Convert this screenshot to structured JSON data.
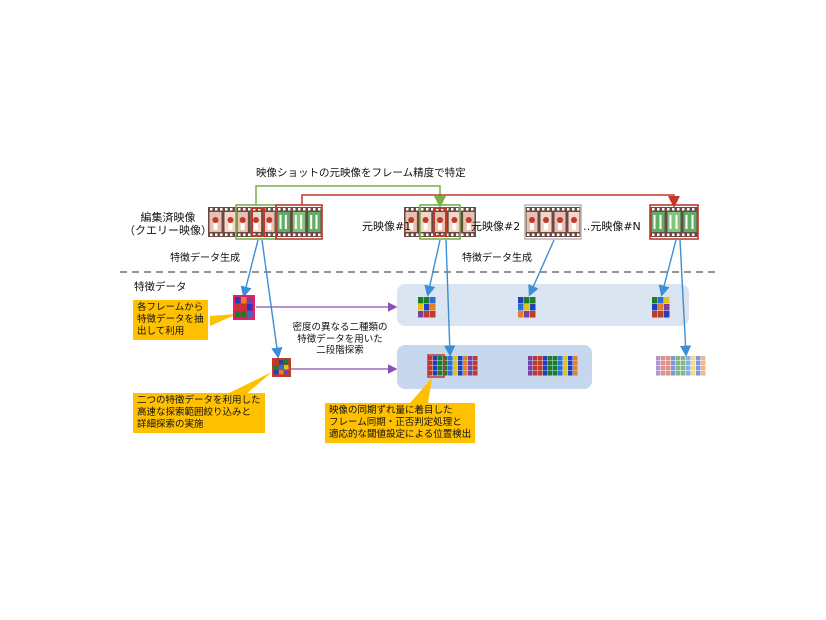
{
  "top_caption": "映像ショットの元映像をフレーム精度で特定",
  "query_label": [
    "編集済映像",
    "（クエリー映像）"
  ],
  "source_labels": [
    "元映像#1",
    "元映像#2",
    "‥元映像#N"
  ],
  "feature_gen_label": "特徴データ生成",
  "feature_data_label": "特徴データ",
  "middle_note": [
    "密度の異なる二種類の",
    "特徴データを用いた",
    "二段階探索"
  ],
  "callouts": {
    "extract": [
      "各フレームから",
      "特徴データを抽",
      "出して利用"
    ],
    "narrow": [
      "二つの特徴データを利用した",
      "高速な探索範囲絞り込みと",
      "詳細探索の実施"
    ],
    "sync": [
      "映像の同期ずれ量に着目した",
      "フレーム同期・正否判定処理と",
      "適応的な閾値設定による位置検出"
    ]
  },
  "colors": {
    "green": "#77b04a",
    "red": "#c0392b",
    "blue_arrow": "#3b8fd6",
    "purple_arrow": "#8a4fb0",
    "callout": "#ffc000",
    "panel": "#dbe5f1"
  }
}
